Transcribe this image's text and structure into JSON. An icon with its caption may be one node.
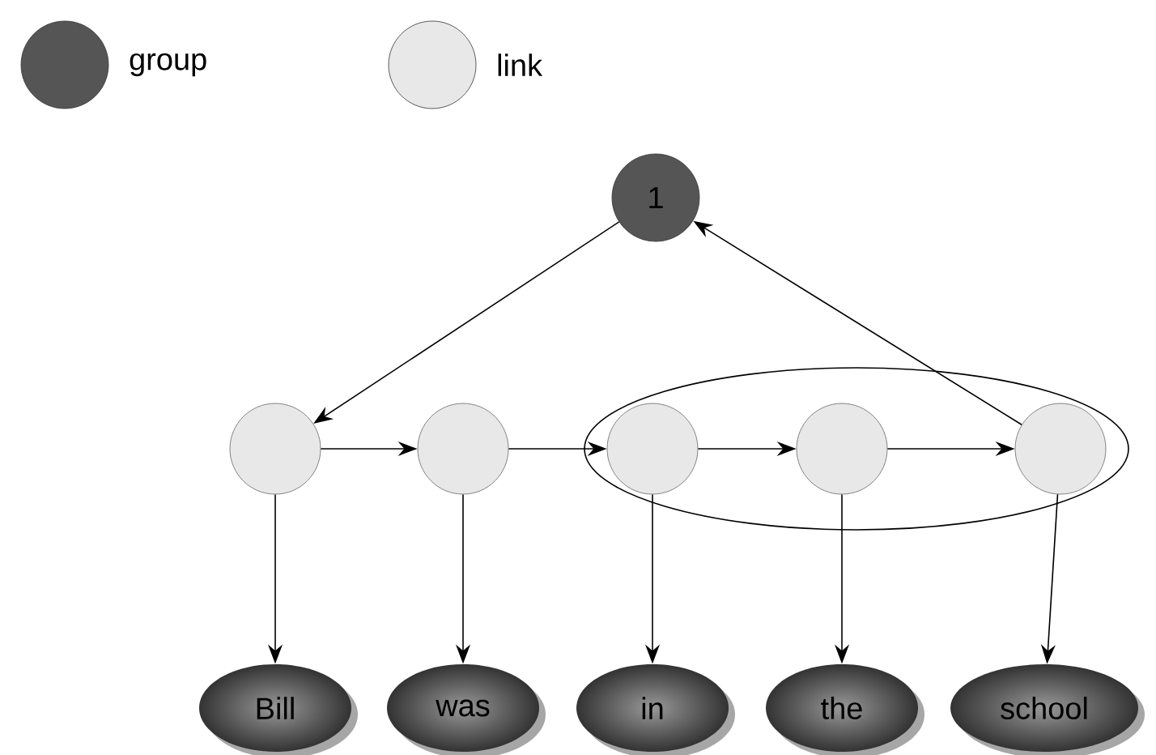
{
  "diagram": {
    "nodes": [
      {
        "text": [
          "1"
        ]
      },
      {
        "text": [],
        "shape": "circle"
      },
      {
        "text": [],
        "shape": "circle"
      },
      {
        "text": [],
        "shape": "ellipse"
      },
      {
        "text": [],
        "shape": "circle",
        "in": 3
      },
      {
        "text": [],
        "shape": "circle",
        "in": 3
      },
      {
        "text": [],
        "shape": "circle",
        "in": 3
      },
      {
        "text": [
          "Bill"
        ]
      },
      {
        "text": [
          "was"
        ]
      },
      {
        "text": [
          "in"
        ]
      },
      {
        "text": [
          "the"
        ]
      },
      {
        "text": [
          "school"
        ]
      }
    ],
    "edges": [
      {
        "from": 0,
        "to": 1,
        "arrow": "to"
      },
      {
        "from": 6,
        "to": 0,
        "arrow": "to"
      },
      {
        "from": 1,
        "to": 2,
        "arrow": "to"
      },
      {
        "from": 2,
        "to": 4,
        "arrow": "to"
      },
      {
        "from": 4,
        "to": 5,
        "arrow": "to"
      },
      {
        "from": 5,
        "to": 6,
        "arrow": "to"
      },
      {
        "from": 1,
        "to": 7,
        "arrow": "to"
      },
      {
        "from": 2,
        "to": 8,
        "arrow": "to"
      },
      {
        "from": 4,
        "to": 9,
        "arrow": "to"
      },
      {
        "from": 5,
        "to": 10,
        "arrow": "to"
      },
      {
        "from": 6,
        "to": 11,
        "arrow": "to"
      }
    ],
    "legend": [
      {
        "text": "group",
        "color": "#555555"
      },
      {
        "text": "link",
        "color": "#e8e8e8"
      }
    ]
  }
}
